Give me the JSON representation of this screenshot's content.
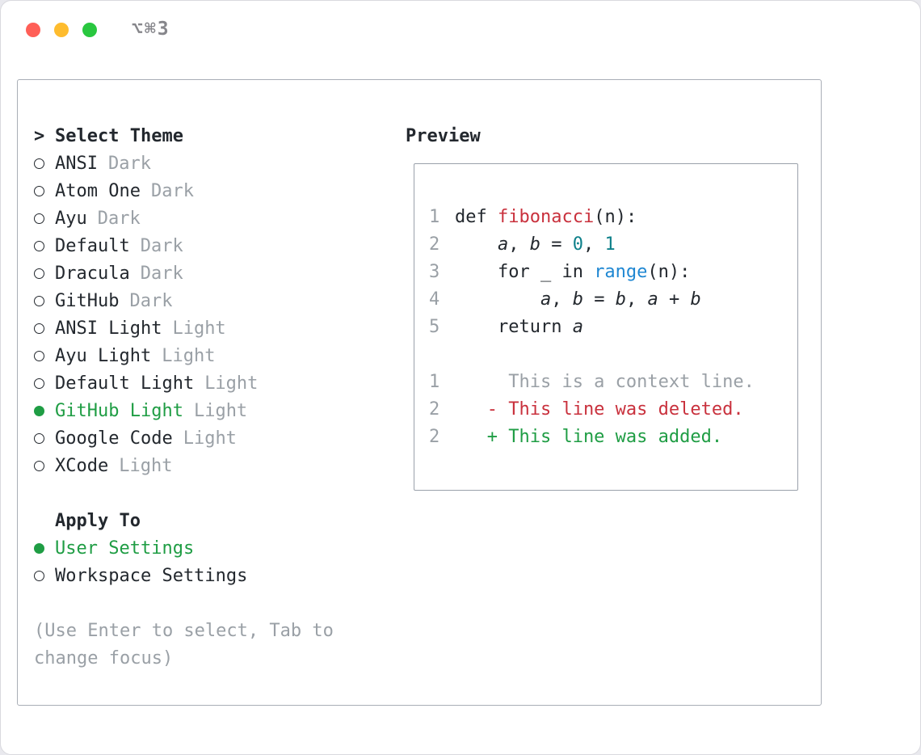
{
  "colors": {
    "accent_green": "#1f9d44",
    "function_red": "#c9313d",
    "number_teal": "#0e808a",
    "builtin_blue": "#1f87d2",
    "muted_gray": "#9aa0a6",
    "text": "#23282e"
  },
  "titlebar": {
    "shortcut": "⌥⌘3"
  },
  "theme_selector": {
    "prompt": ">",
    "title": "Select Theme",
    "items": [
      {
        "label": "ANSI",
        "tag": "Dark",
        "selected": false
      },
      {
        "label": "Atom One",
        "tag": "Dark",
        "selected": false
      },
      {
        "label": "Ayu",
        "tag": "Dark",
        "selected": false
      },
      {
        "label": "Default",
        "tag": "Dark",
        "selected": false
      },
      {
        "label": "Dracula",
        "tag": "Dark",
        "selected": false
      },
      {
        "label": "GitHub",
        "tag": "Dark",
        "selected": false
      },
      {
        "label": "ANSI Light",
        "tag": "Light",
        "selected": false
      },
      {
        "label": "Ayu Light",
        "tag": "Light",
        "selected": false
      },
      {
        "label": "Default Light",
        "tag": "Light",
        "selected": false
      },
      {
        "label": "GitHub Light",
        "tag": "Light",
        "selected": true
      },
      {
        "label": "Google Code",
        "tag": "Light",
        "selected": false
      },
      {
        "label": "XCode",
        "tag": "Light",
        "selected": false
      }
    ]
  },
  "apply_to": {
    "title": "Apply To",
    "items": [
      {
        "label": "User Settings",
        "selected": true
      },
      {
        "label": "Workspace Settings",
        "selected": false
      }
    ]
  },
  "help": {
    "lines": [
      "(Use Enter to select, Tab to",
      "change focus)"
    ]
  },
  "preview": {
    "title": "Preview",
    "lines": [
      {
        "num": "1",
        "tokens": [
          {
            "t": "def ",
            "c": "code"
          },
          {
            "t": "fibonacci",
            "c": "func"
          },
          {
            "t": "(n):",
            "c": "code"
          }
        ]
      },
      {
        "num": "2",
        "tokens": [
          {
            "t": "    ",
            "c": "code"
          },
          {
            "t": "a",
            "c": "var"
          },
          {
            "t": ", ",
            "c": "code"
          },
          {
            "t": "b",
            "c": "var"
          },
          {
            "t": " = ",
            "c": "code"
          },
          {
            "t": "0",
            "c": "num"
          },
          {
            "t": ", ",
            "c": "code"
          },
          {
            "t": "1",
            "c": "num"
          }
        ]
      },
      {
        "num": "3",
        "tokens": [
          {
            "t": "    for _ in ",
            "c": "code"
          },
          {
            "t": "range",
            "c": "builtin"
          },
          {
            "t": "(n):",
            "c": "code"
          }
        ]
      },
      {
        "num": "4",
        "tokens": [
          {
            "t": "        ",
            "c": "code"
          },
          {
            "t": "a",
            "c": "var"
          },
          {
            "t": ", ",
            "c": "code"
          },
          {
            "t": "b",
            "c": "var"
          },
          {
            "t": " = ",
            "c": "code"
          },
          {
            "t": "b",
            "c": "var"
          },
          {
            "t": ", ",
            "c": "code"
          },
          {
            "t": "a",
            "c": "var"
          },
          {
            "t": " + ",
            "c": "code"
          },
          {
            "t": "b",
            "c": "var"
          }
        ]
      },
      {
        "num": "5",
        "tokens": [
          {
            "t": "    return ",
            "c": "code"
          },
          {
            "t": "a",
            "c": "var"
          }
        ]
      },
      {
        "num": "",
        "tokens": []
      },
      {
        "num": "1",
        "tokens": [
          {
            "t": "     This is a context line.",
            "c": "context"
          }
        ]
      },
      {
        "num": "2",
        "tokens": [
          {
            "t": "   - This line was deleted.",
            "c": "deleted"
          }
        ]
      },
      {
        "num": "2",
        "tokens": [
          {
            "t": "   + This line was added.",
            "c": "added"
          }
        ]
      }
    ]
  }
}
